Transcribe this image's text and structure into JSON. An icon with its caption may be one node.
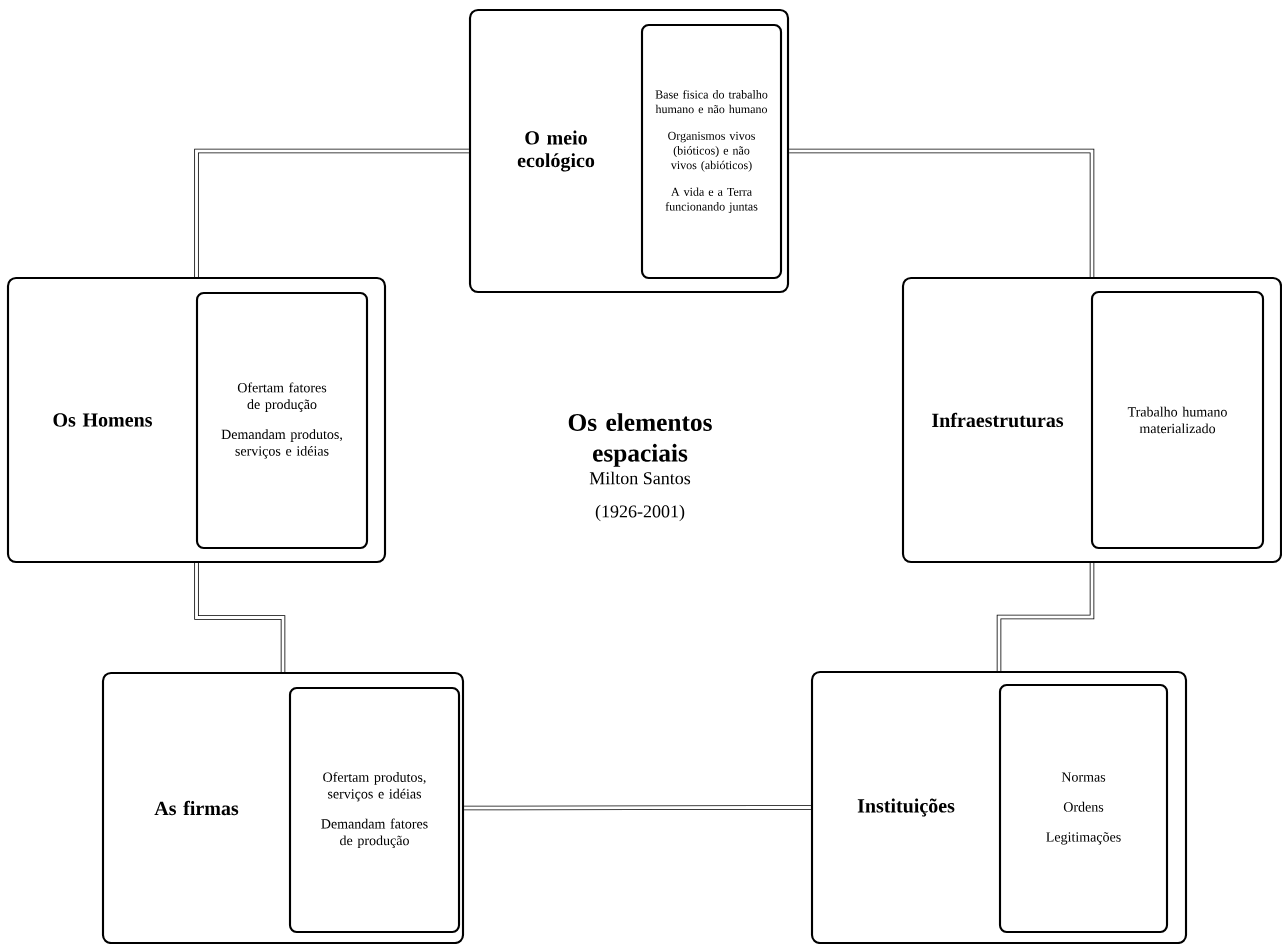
{
  "diagram": {
    "title": "Os elementos espaciais",
    "nodes": [
      {
        "text": [
          "O meio ecológico"
        ]
      },
      {
        "text": [
          "Base fisica do trabalho humano e não humano",
          "Organismos vivos (bióticos) e não vivos (abióticos)",
          "A vida e a Terra funcionando juntas"
        ],
        "in": 0
      },
      {
        "text": [
          "Os Homens"
        ]
      },
      {
        "text": [
          "Ofertam fatores de produção",
          "Demandam produtos, serviços e idéias"
        ],
        "in": 2
      },
      {
        "text": [
          "Infraestruturas"
        ]
      },
      {
        "text": [
          "Trabalho humano materializado"
        ],
        "in": 4
      },
      {
        "text": [
          "As firmas"
        ]
      },
      {
        "text": [
          "Ofertam produtos, serviços e idéias",
          "Demandam fatores de produção"
        ],
        "in": 6
      },
      {
        "text": [
          "Instituições"
        ]
      },
      {
        "text": [
          "Normas",
          "Ordens",
          "Legitimações"
        ],
        "in": 8
      }
    ],
    "edges": [
      {
        "from": 0,
        "to": 2,
        "arrow": "none"
      },
      {
        "from": 0,
        "to": 4,
        "arrow": "none"
      },
      {
        "from": 2,
        "to": 6,
        "arrow": "none"
      },
      {
        "from": 4,
        "to": 8,
        "arrow": "none"
      },
      {
        "from": 6,
        "to": 8,
        "arrow": "none"
      }
    ],
    "labels": [
      "Milton Santos",
      "(1926-2001)"
    ]
  }
}
